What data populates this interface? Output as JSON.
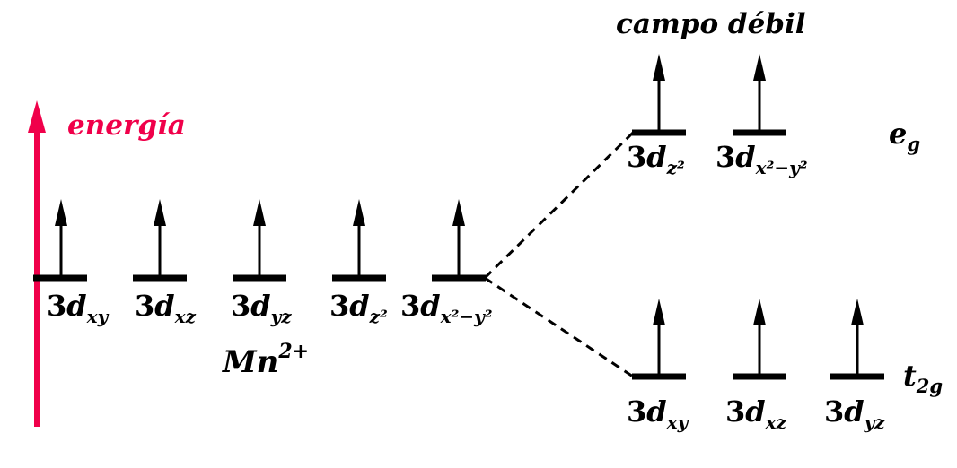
{
  "colors": {
    "energy_axis": "#f0004a",
    "ink": "#000000"
  },
  "energy": {
    "label": "energía"
  },
  "title": "campo débil",
  "ion": {
    "base": "Mn",
    "charge": "2+"
  },
  "groups": {
    "eg": {
      "base": "e",
      "sub": "g"
    },
    "t2g": {
      "base": "t",
      "sub": "2g"
    }
  },
  "free_ion_orbitals": [
    {
      "pre": "3",
      "base": "d",
      "sub": "xy",
      "electrons": 1
    },
    {
      "pre": "3",
      "base": "d",
      "sub": "xz",
      "electrons": 1
    },
    {
      "pre": "3",
      "base": "d",
      "sub": "yz",
      "electrons": 1
    },
    {
      "pre": "3",
      "base": "d",
      "sub": "z²",
      "electrons": 1
    },
    {
      "pre": "3",
      "base": "d",
      "sub": "x²−y²",
      "electrons": 1
    }
  ],
  "eg_orbitals": [
    {
      "pre": "3",
      "base": "d",
      "sub": "z²",
      "electrons": 1
    },
    {
      "pre": "3",
      "base": "d",
      "sub": "x²−y²",
      "electrons": 1
    }
  ],
  "t2g_orbitals": [
    {
      "pre": "3",
      "base": "d",
      "sub": "xy",
      "electrons": 1
    },
    {
      "pre": "3",
      "base": "d",
      "sub": "xz",
      "electrons": 1
    },
    {
      "pre": "3",
      "base": "d",
      "sub": "yz",
      "electrons": 1
    }
  ]
}
